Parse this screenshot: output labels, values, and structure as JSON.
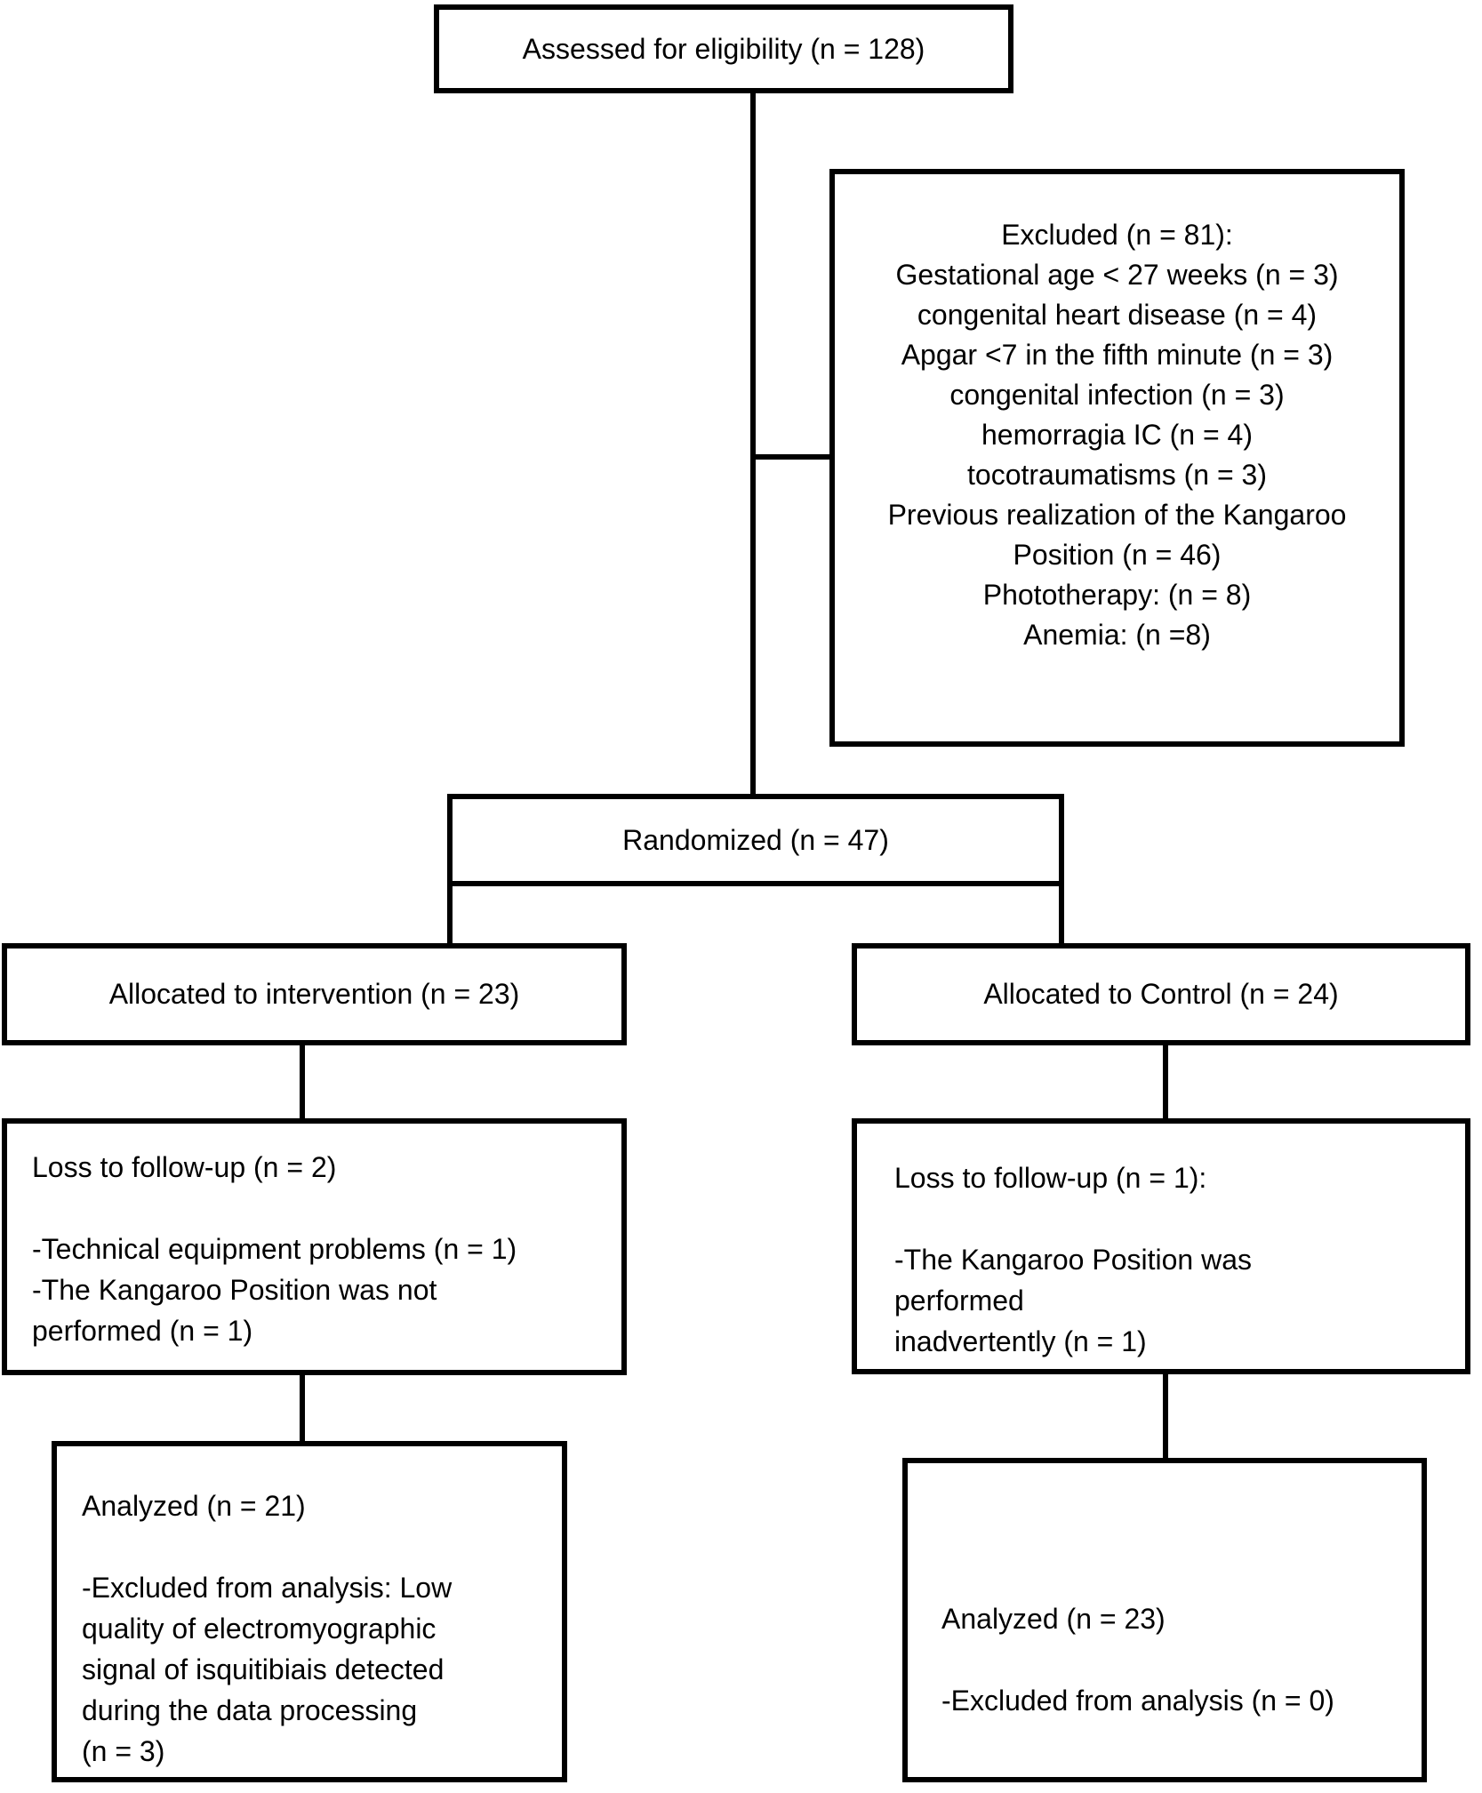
{
  "figure": {
    "type": "consort-flow-diagram",
    "colors": {
      "background": "#ffffff",
      "border": "#000000",
      "text": "#000000"
    },
    "boxes": {
      "assessed": {
        "text": "Assessed for eligibility (n = 128)"
      },
      "excluded": {
        "lines": [
          "Excluded (n = 81):",
          "Gestational age < 27 weeks (n = 3)",
          "congenital heart disease (n = 4)",
          "Apgar <7 in the fifth minute (n = 3)",
          "congenital infection (n = 3)",
          "hemorragia IC (n = 4)",
          "tocotraumatisms (n = 3)",
          "Previous realization of the Kangaroo",
          "Position (n = 46)",
          "Phototherapy: (n = 8)",
          "Anemia: (n =8)"
        ]
      },
      "randomized": {
        "text": "Randomized (n = 47)"
      },
      "allocated_intervention": {
        "text": "Allocated to intervention (n = 23)"
      },
      "allocated_control": {
        "text": "Allocated to Control (n = 24)"
      },
      "loss_intervention": {
        "lines": [
          "Loss to follow-up (n = 2)",
          "",
          "-Technical equipment problems (n = 1)",
          "-The Kangaroo Position was not",
          "performed (n = 1)"
        ]
      },
      "loss_control": {
        "lines": [
          "Loss to follow-up (n = 1):",
          "",
          "-The Kangaroo Position was",
          "performed",
          "inadvertently (n = 1)"
        ]
      },
      "analyzed_intervention": {
        "lines": [
          "Analyzed (n = 21)",
          "",
          "-Excluded from analysis: Low",
          "quality of electromyographic",
          "signal of isquitibiais detected",
          "during the data processing",
          "(n = 3)"
        ]
      },
      "analyzed_control": {
        "lines": [
          "Analyzed (n = 23)",
          "",
          "-Excluded from analysis (n = 0)"
        ]
      }
    }
  }
}
